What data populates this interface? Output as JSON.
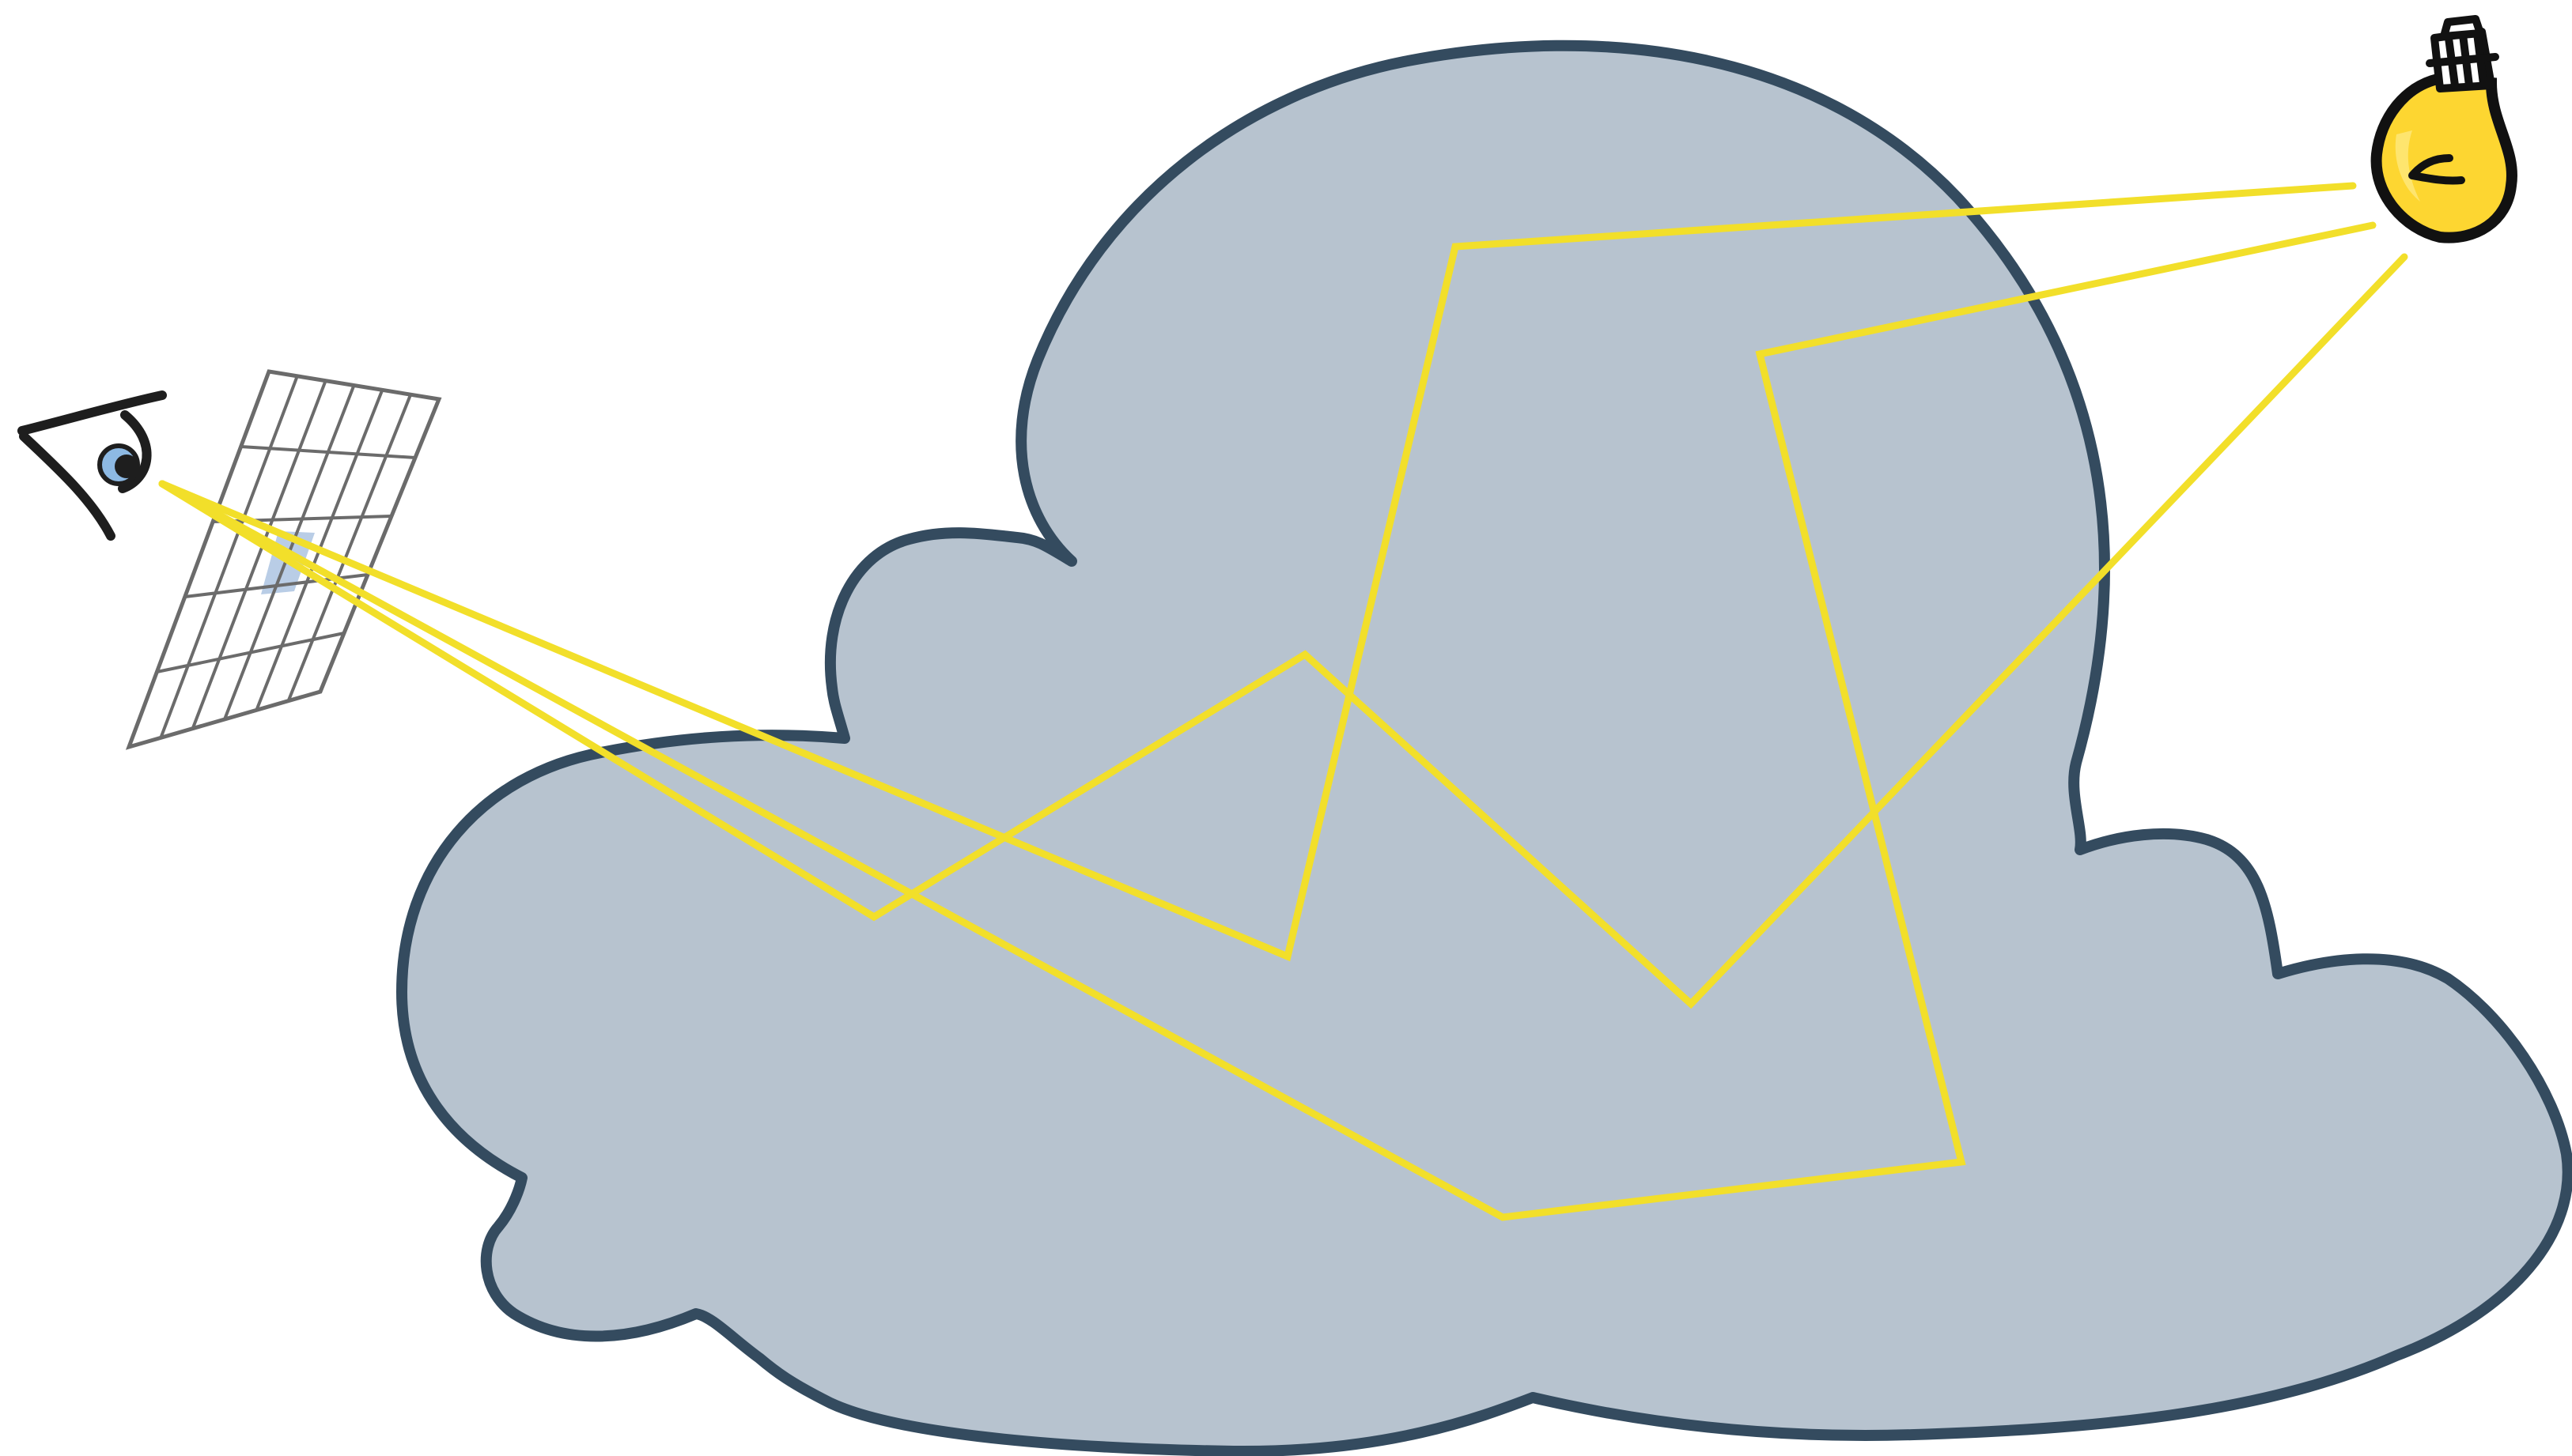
{
  "diagram": {
    "colors": {
      "background": "#ffffff",
      "cloud_fill": "#b7c3cf",
      "cloud_outline": "#344b5f",
      "light_ray": "#f2df2a",
      "image_grid": "#6b6b6b",
      "highlighted_pixel": "#b9cde6",
      "bulb_glass": "#fdd631",
      "eye_iris": "#8db9e3"
    },
    "icons": {
      "viewer": "eye-icon",
      "image_plane": "pixel-grid",
      "light_source": "light-bulb-icon",
      "participating_medium": "cloud"
    },
    "image_plane": {
      "columns": 6,
      "rows": 5,
      "highlighted_cell": {
        "column": 3,
        "row": 2
      }
    },
    "light_paths": {
      "count": 3,
      "description_kind": "multiple-scattering-paths"
    }
  }
}
